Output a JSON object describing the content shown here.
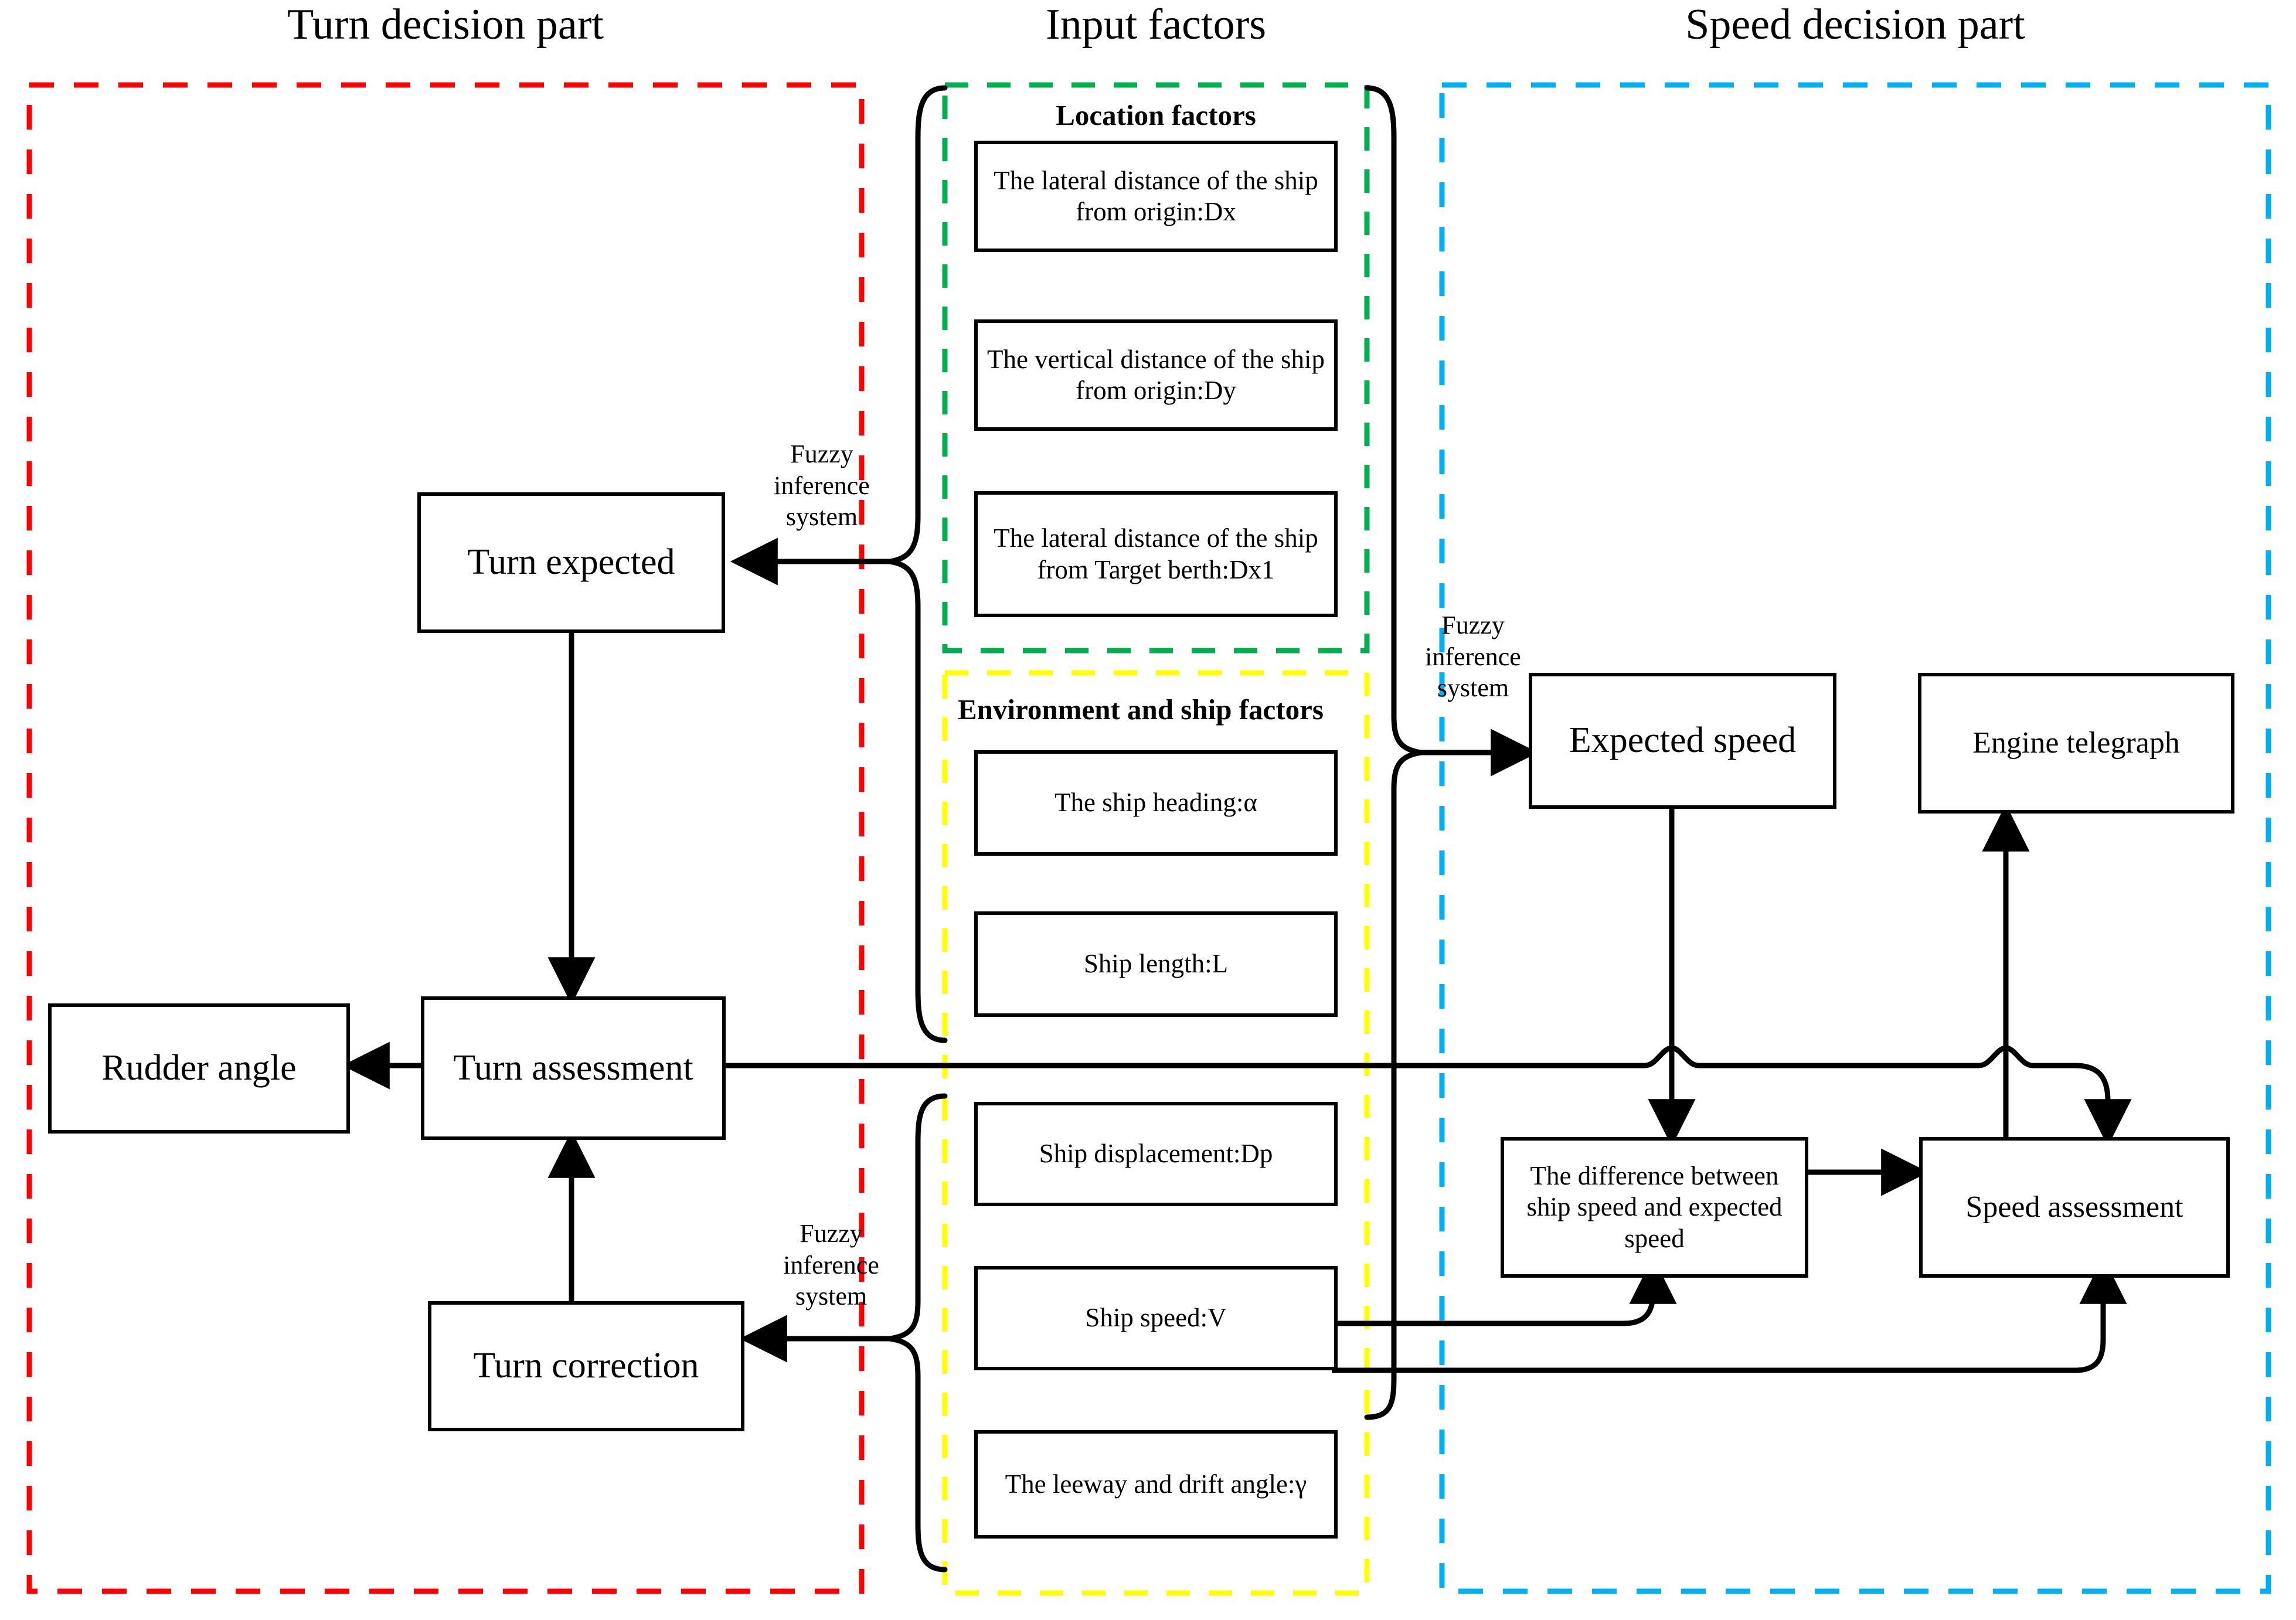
{
  "figure": {
    "type": "flowchart",
    "description": "Fuzzy inference based ship turn and speed decision flowchart"
  },
  "columns": [
    {
      "id": "turn",
      "title": "Turn decision part",
      "border_color": "#FF0000"
    },
    {
      "id": "input",
      "title": "Input factors",
      "border_color": "#00B050"
    },
    {
      "id": "speed",
      "title": "Speed decision part",
      "border_color": "#00B0F0"
    }
  ],
  "groups": [
    {
      "id": "location",
      "label": "Location factors",
      "border_color": "#00B050"
    },
    {
      "id": "environment",
      "label": "Environment and ship factors",
      "border_color": "#FFFF00"
    }
  ],
  "input_factors": {
    "location": [
      {
        "id": "dx",
        "text": "The lateral distance of the ship from origin:Dx"
      },
      {
        "id": "dy",
        "text": "The vertical distance of the ship from origin:Dy"
      },
      {
        "id": "dx1",
        "text": "The lateral distance of the ship from Target berth:Dx1"
      }
    ],
    "environment": [
      {
        "id": "alpha",
        "text": "The ship heading:α"
      },
      {
        "id": "len",
        "text": "Ship length:L"
      },
      {
        "id": "disp",
        "text": "Ship displacement:Dp"
      },
      {
        "id": "speed",
        "text": "Ship speed:V"
      },
      {
        "id": "gamma",
        "text": "The leeway and drift angle:γ"
      }
    ]
  },
  "turn_nodes": [
    {
      "id": "turn_expected",
      "text": "Turn expected"
    },
    {
      "id": "turn_assessment",
      "text": "Turn assessment"
    },
    {
      "id": "rudder_angle",
      "text": "Rudder angle"
    },
    {
      "id": "turn_correction",
      "text": "Turn correction"
    }
  ],
  "speed_nodes": [
    {
      "id": "expected_speed",
      "text": "Expected speed"
    },
    {
      "id": "engine_telegraph",
      "text": "Engine telegraph"
    },
    {
      "id": "speed_difference",
      "text": "The difference between ship speed and expected speed"
    },
    {
      "id": "speed_assessment",
      "text": "Speed assessment"
    }
  ],
  "edge_labels": [
    {
      "id": "fis_turn_expected",
      "text": "Fuzzy inference system"
    },
    {
      "id": "fis_turn_correct",
      "text": "Fuzzy inference system"
    },
    {
      "id": "fis_expected_speed",
      "text": "Fuzzy inference system"
    }
  ]
}
